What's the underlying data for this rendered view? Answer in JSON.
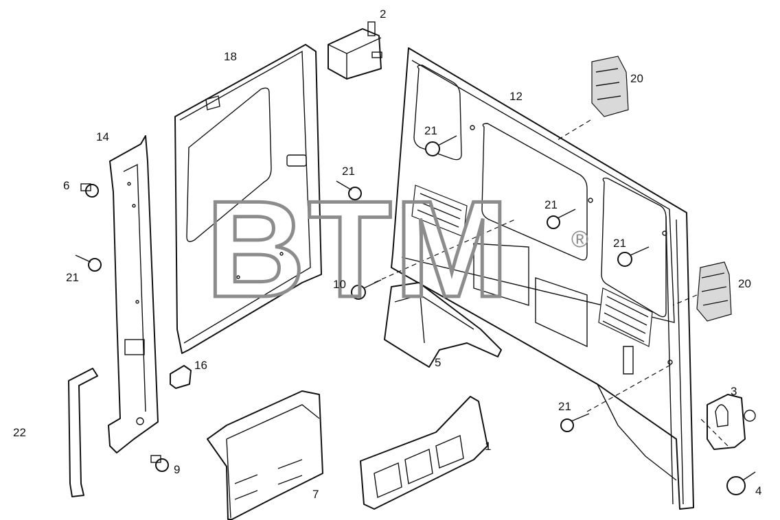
{
  "watermark": {
    "text": "BTM",
    "registered_mark": "®"
  },
  "callouts": {
    "p1": "1",
    "p2": "2",
    "p3": "3",
    "p4": "4",
    "p5": "5",
    "p6": "6",
    "p7": "7",
    "p9": "9",
    "p10": "10",
    "p12": "12",
    "p14": "14",
    "p16": "16",
    "p18": "18",
    "p20a": "20",
    "p20b": "20",
    "p21a": "21",
    "p21b": "21",
    "p21c": "21",
    "p21d": "21",
    "p21e": "21",
    "p21f": "21",
    "p22": "22"
  }
}
